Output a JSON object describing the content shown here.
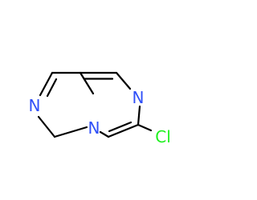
{
  "molecule": {
    "atoms": {
      "n_pyrazine": {
        "symbol": "N",
        "color": "#3050F8"
      },
      "n_imidazole": {
        "symbol": "N",
        "color": "#3050F8"
      },
      "n_bridge": {
        "symbol": "N",
        "color": "#3050F8"
      },
      "cl": {
        "symbol": "Cl",
        "color": "#1FF01F"
      }
    }
  }
}
